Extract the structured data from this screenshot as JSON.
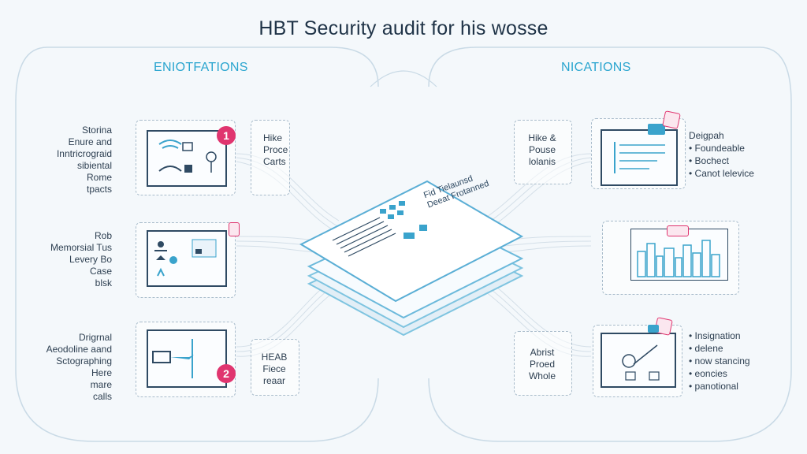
{
  "title": "HBT Security audit for his wosse",
  "sections": {
    "left": "ENIOTFATIONS",
    "right": "NICATIONS"
  },
  "left_labels": [
    [
      "Storina",
      "Enure and",
      "Inntricrograid",
      "sibiental",
      "Rome",
      "tpacts"
    ],
    [
      "Rob",
      "Memorsial Tus",
      "Levery Bo",
      "Case",
      "blsk"
    ],
    [
      "Drigrnal",
      "Aeodoline aand",
      "Sctographing",
      "Here",
      "mare",
      "calls"
    ]
  ],
  "left_card_text": [
    [
      "Hike",
      "Proce",
      "Carts"
    ],
    [
      "HEAB",
      "Fiece",
      "reaar"
    ]
  ],
  "badges": [
    "1",
    "2"
  ],
  "center_doc": [
    "Fid Tielaunsd",
    "Deeat Frotanned"
  ],
  "right_card_text": [
    [
      "Hike &",
      "Pouse",
      "lolanis"
    ],
    [
      "Abrist",
      "Proed",
      "Whole"
    ]
  ],
  "right_labels": {
    "top_heading": "Deigpah",
    "top_items": [
      "Foundeable",
      "Bochect",
      "Canot lelevice"
    ],
    "bottom_items": [
      "Insignation",
      "delene",
      "now stancing",
      "eoncies",
      "panotional"
    ]
  }
}
